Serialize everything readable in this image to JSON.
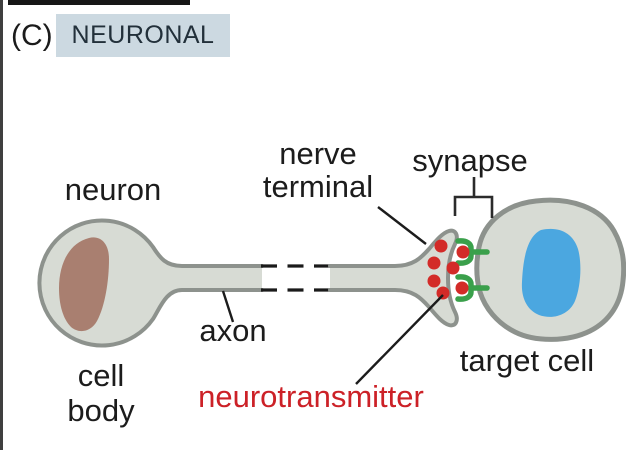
{
  "panel": {
    "index_label": "(C)",
    "title": "NEURONAL"
  },
  "labels": {
    "neuron": "neuron",
    "nerve_terminal": [
      "nerve",
      "terminal"
    ],
    "synapse": "synapse",
    "axon": "axon",
    "cell_body": [
      "cell",
      "body"
    ],
    "neurotransmitter": "neurotransmitter",
    "target_cell": "target cell"
  },
  "colors": {
    "header_box": "#ccd9e1",
    "cell_fill": "#d7dbd4",
    "cell_stroke": "#8d928d",
    "neuron_nucleus_brown": "#a97f70",
    "target_nucleus_blue": "#4ba7e0",
    "vesicle_red": "#d32b28",
    "neurotransmitter_red": "#cc2127",
    "receptor_green": "#3aa04b",
    "label_black": "#1c1c1c"
  }
}
